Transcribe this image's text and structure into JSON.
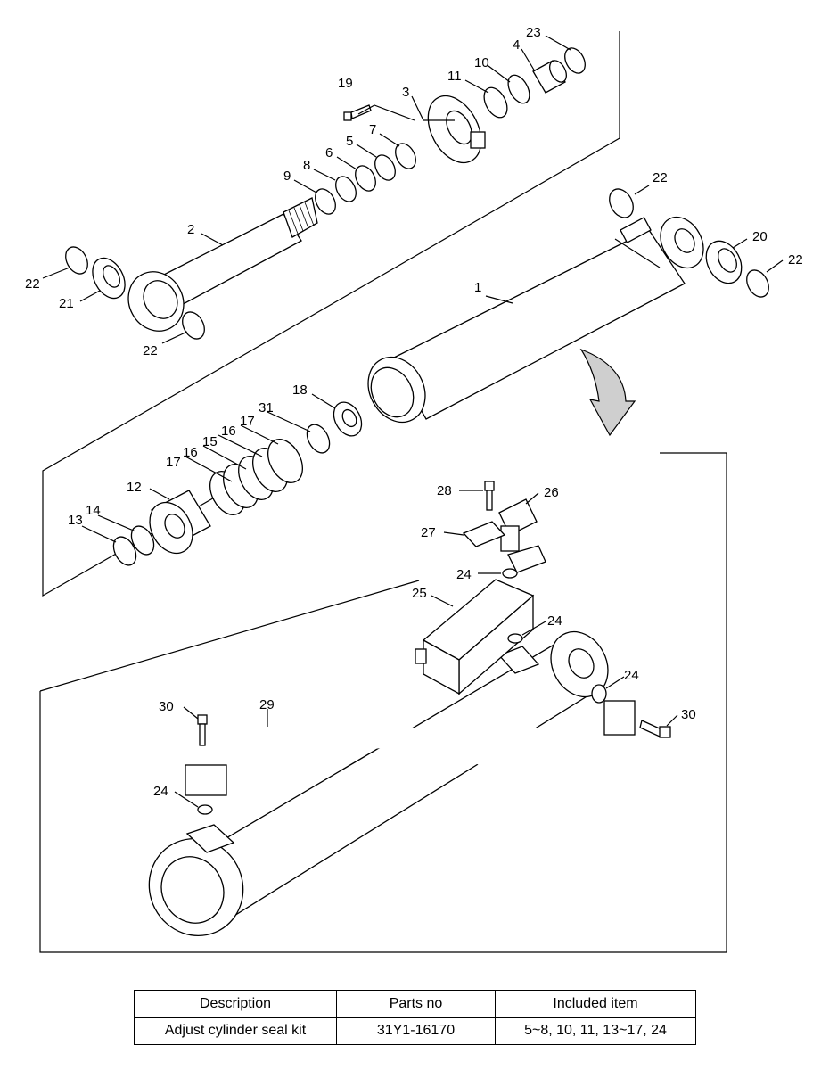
{
  "labels": {
    "p1": "1",
    "p2": "2",
    "p3": "3",
    "p4": "4",
    "p5": "5",
    "p6": "6",
    "p7": "7",
    "p8": "8",
    "p9": "9",
    "p10": "10",
    "p11": "11",
    "p12": "12",
    "p13": "13",
    "p14": "14",
    "p15": "15",
    "p16": "16",
    "p17": "17",
    "p18": "18",
    "p19": "19",
    "p20": "20",
    "p21": "21",
    "p22": "22",
    "p23": "23",
    "p24": "24",
    "p25": "25",
    "p26": "26",
    "p27": "27",
    "p28": "28",
    "p29": "29",
    "p30": "30",
    "p31": "31"
  },
  "table": {
    "headers": [
      "Description",
      "Parts no",
      "Included item"
    ],
    "row": [
      "Adjust cylinder seal kit",
      "31Y1-16170",
      "5~8, 10, 11, 13~17, 24"
    ]
  }
}
